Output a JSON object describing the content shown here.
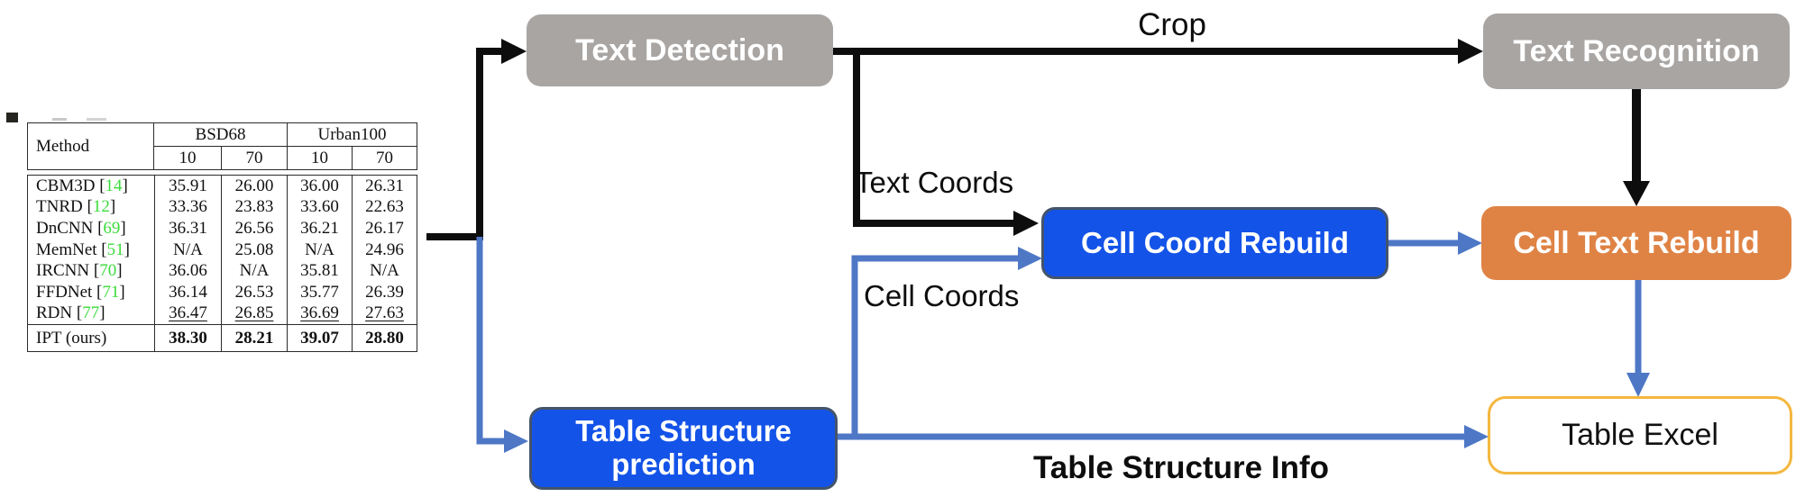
{
  "colors": {
    "node_gray": "#a8a5a3",
    "node_blue": "#1353e8",
    "node_blue_border": "#44546a",
    "node_orange": "#df8345",
    "excel_border": "#f4b73f",
    "arrow_black": "#0d0d0d",
    "arrow_blue": "#4e77c6",
    "citation_green": "#3bdb3b"
  },
  "nodes": {
    "text_detection": {
      "label": "Text Detection"
    },
    "text_recognition": {
      "label": "Text Recognition"
    },
    "cell_coord_rebuild": {
      "label": "Cell Coord Rebuild"
    },
    "cell_text_rebuild": {
      "label": "Cell Text Rebuild"
    },
    "table_structure_prediction": {
      "label": "Table Structure prediction"
    },
    "table_excel": {
      "label": "Table Excel"
    }
  },
  "edge_labels": {
    "crop": "Crop",
    "text_coords": "Text Coords",
    "cell_coords": "Cell Coords",
    "table_structure_info": "Table Structure Info"
  },
  "table_image": {
    "header": {
      "method": "Method",
      "group1": "BSD68",
      "group2": "Urban100",
      "sub": [
        "10",
        "70",
        "10",
        "70"
      ]
    },
    "rows": [
      {
        "name": "CBM3D",
        "cite": "14",
        "values": [
          "35.91",
          "26.00",
          "36.00",
          "26.31"
        ],
        "style": "normal"
      },
      {
        "name": "TNRD",
        "cite": "12",
        "values": [
          "33.36",
          "23.83",
          "33.60",
          "22.63"
        ],
        "style": "normal"
      },
      {
        "name": "DnCNN",
        "cite": "69",
        "values": [
          "36.31",
          "26.56",
          "36.21",
          "26.17"
        ],
        "style": "normal"
      },
      {
        "name": "MemNet",
        "cite": "51",
        "values": [
          "N/A",
          "25.08",
          "N/A",
          "24.96"
        ],
        "style": "normal"
      },
      {
        "name": "IRCNN",
        "cite": "70",
        "values": [
          "36.06",
          "N/A",
          "35.81",
          "N/A"
        ],
        "style": "normal"
      },
      {
        "name": "FFDNet",
        "cite": "71",
        "values": [
          "36.14",
          "26.53",
          "35.77",
          "26.39"
        ],
        "style": "normal"
      },
      {
        "name": "RDN",
        "cite": "77",
        "values": [
          "36.47",
          "26.85",
          "36.69",
          "27.63"
        ],
        "style": "underline"
      },
      {
        "name": "IPT (ours)",
        "cite": null,
        "values": [
          "38.30",
          "28.21",
          "39.07",
          "28.80"
        ],
        "style": "bold"
      }
    ]
  }
}
